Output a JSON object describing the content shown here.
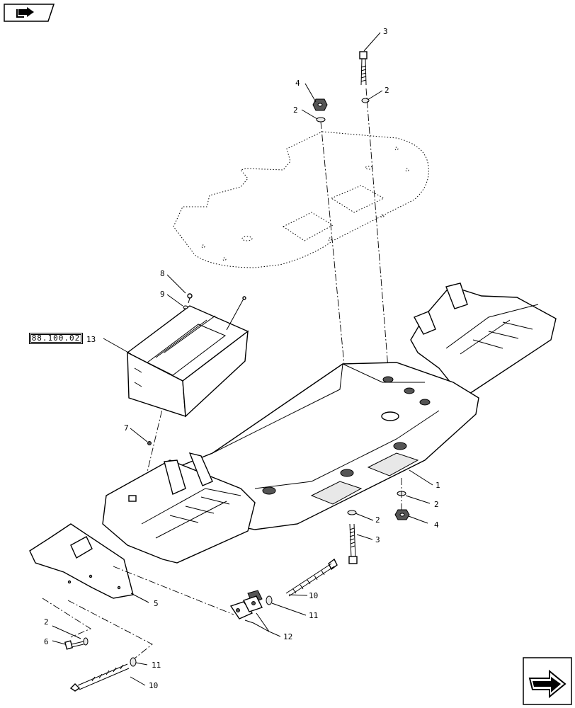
{
  "reference_link": "88.100.02",
  "callouts": [
    {
      "id": "c1",
      "text": "1"
    },
    {
      "id": "c2a",
      "text": "2"
    },
    {
      "id": "c2b",
      "text": "2"
    },
    {
      "id": "c2c",
      "text": "2"
    },
    {
      "id": "c2d",
      "text": "2"
    },
    {
      "id": "c2e",
      "text": "2"
    },
    {
      "id": "c3a",
      "text": "3"
    },
    {
      "id": "c3b",
      "text": "3"
    },
    {
      "id": "c4a",
      "text": "4"
    },
    {
      "id": "c4b",
      "text": "4"
    },
    {
      "id": "c5",
      "text": "5"
    },
    {
      "id": "c6",
      "text": "6"
    },
    {
      "id": "c7",
      "text": "7"
    },
    {
      "id": "c8",
      "text": "8"
    },
    {
      "id": "c9",
      "text": "9"
    },
    {
      "id": "c10a",
      "text": "10"
    },
    {
      "id": "c10b",
      "text": "10"
    },
    {
      "id": "c11a",
      "text": "11"
    },
    {
      "id": "c11b",
      "text": "11"
    },
    {
      "id": "c12",
      "text": "12"
    },
    {
      "id": "c13",
      "text": "13"
    }
  ],
  "icons": {
    "top_left": "book-arrow-icon",
    "bottom_right": "next-page-arrow-icon"
  }
}
